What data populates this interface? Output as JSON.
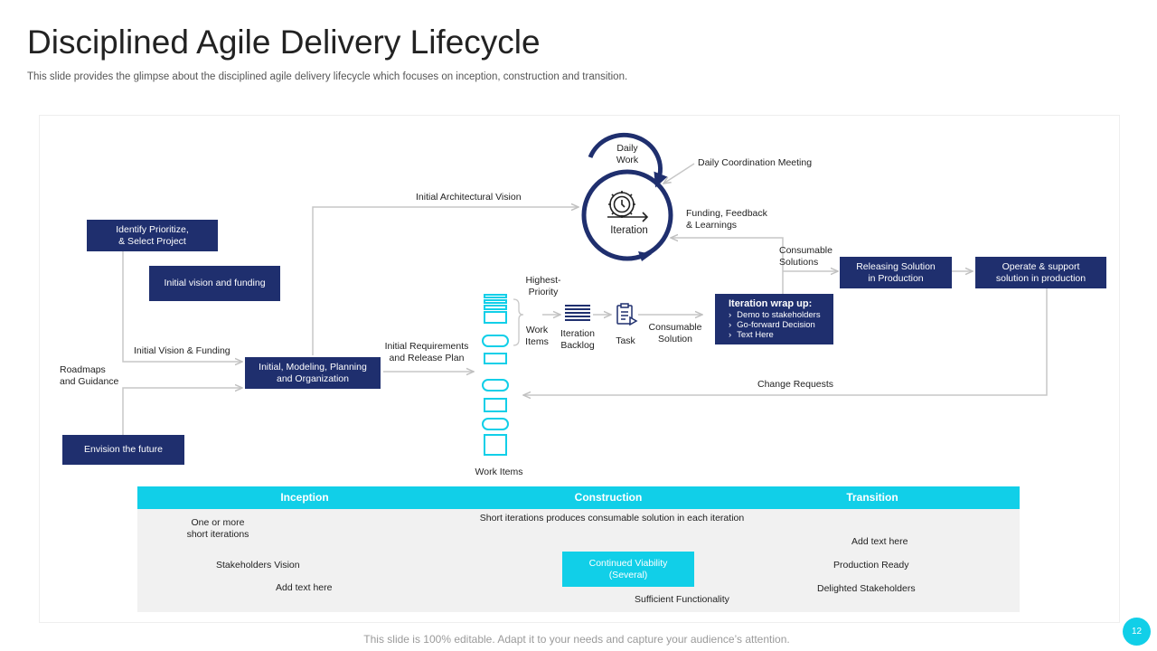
{
  "slide": {
    "title": "Disciplined Agile Delivery Lifecycle",
    "subtitle": "This slide provides the glimpse about the disciplined agile delivery lifecycle which focuses on inception, construction and transition.",
    "footer": "This slide is 100% editable. Adapt it to your needs and capture your audience’s attention.",
    "page_number": "12"
  },
  "colors": {
    "navy": "#1f2f6e",
    "cyan": "#11cfe8",
    "arrow_grey": "#c7c7c7",
    "panel_grey": "#f1f1f1"
  },
  "boxes": {
    "identify": "Identify Prioritize,\n& Select Project",
    "initial_vision_funding": "Initial vision and funding",
    "initial_modeling": "Initial, Modeling, Planning\nand Organization",
    "envision": "Envision the future",
    "releasing": "Releasing Solution\nin Production",
    "operate": "Operate & support\nsolution in production"
  },
  "labels": {
    "initial_vision_funding_arrow": "Initial Vision & Funding",
    "roadmaps": "Roadmaps\nand Guidance",
    "initial_arch_vision": "Initial  Architectural Vision",
    "initial_requirements": "Initial Requirements\nand Release Plan",
    "daily_work": "Daily\nWork",
    "iteration": "Iteration",
    "daily_coordination": "Daily Coordination Meeting",
    "funding_feedback": "Funding, Feedback\n& Learnings",
    "consumable_solutions": "Consumable\nSolutions",
    "highest_priority": "Highest-\nPriority",
    "work_items_small": "Work\nItems",
    "iteration_backlog": "Iteration\nBacklog",
    "task": "Task",
    "consumable_solution": "Consumable\nSolution",
    "change_requests": "Change Requests",
    "work_items": "Work Items"
  },
  "wrap_up": {
    "title": "Iteration wrap up:",
    "items": [
      "Demo to stakeholders",
      "Go-forward Decision",
      "Text Here"
    ]
  },
  "phases": [
    "Inception",
    "Construction",
    "Transition"
  ],
  "bottom": {
    "one_or_more": "One or more\nshort iterations",
    "stakeholders_vision": "Stakeholders Vision",
    "add_text_1": "Add text here",
    "short_iterations": "Short iterations produces consumable solution in each iteration",
    "continued_viability": "Continued Viability\n(Several)",
    "sufficient_functionality": "Sufficient Functionality",
    "add_text_2": "Add text here",
    "production_ready": "Production Ready",
    "delighted_stakeholders": "Delighted Stakeholders"
  },
  "icons": {
    "iteration": "gear-clock-icon",
    "backlog": "list-lines-icon",
    "task": "clipboard-icon",
    "work_items": "stacked-items-icon"
  }
}
